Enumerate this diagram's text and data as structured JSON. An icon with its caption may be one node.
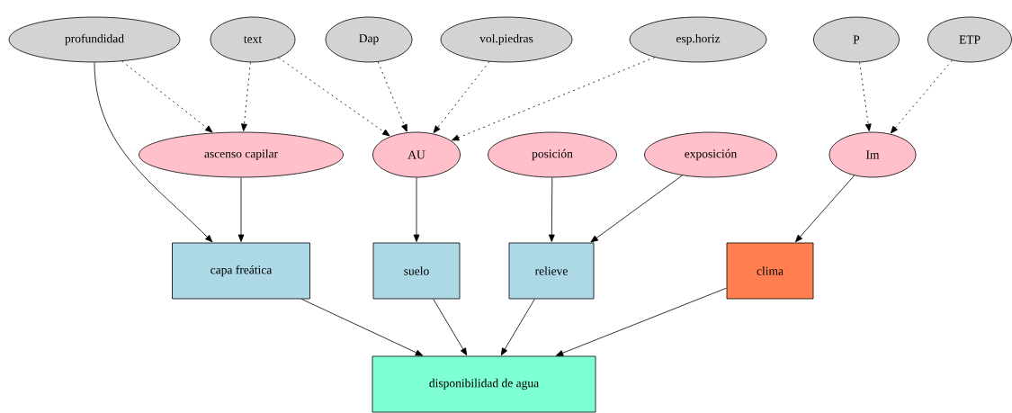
{
  "diagram": {
    "nodes": [
      {
        "text": [
          "profundidad"
        ]
      },
      {
        "text": [
          "text"
        ]
      },
      {
        "text": [
          "Dap"
        ]
      },
      {
        "text": [
          "vol.piedras"
        ]
      },
      {
        "text": [
          "esp.horiz"
        ]
      },
      {
        "text": [
          "P"
        ]
      },
      {
        "text": [
          "ETP"
        ]
      },
      {
        "text": [
          "ascenso capilar"
        ]
      },
      {
        "text": [
          "AU"
        ]
      },
      {
        "text": [
          "posición"
        ]
      },
      {
        "text": [
          "exposición"
        ]
      },
      {
        "text": [
          "Im"
        ]
      },
      {
        "text": [
          "capa freática"
        ]
      },
      {
        "text": [
          "suelo"
        ]
      },
      {
        "text": [
          "relieve"
        ]
      },
      {
        "text": [
          "clima"
        ]
      },
      {
        "text": [
          "disponibilidad de agua"
        ]
      }
    ],
    "edges": [
      {
        "from": 0,
        "to": 7,
        "arrow": "to",
        "style": "dashed"
      },
      {
        "from": 0,
        "to": 12,
        "arrow": "to"
      },
      {
        "from": 1,
        "to": 7,
        "arrow": "to",
        "style": "dashed"
      },
      {
        "from": 1,
        "to": 8,
        "arrow": "to",
        "style": "dashed"
      },
      {
        "from": 2,
        "to": 8,
        "arrow": "to",
        "style": "dashed"
      },
      {
        "from": 3,
        "to": 8,
        "arrow": "to",
        "style": "dashed"
      },
      {
        "from": 4,
        "to": 8,
        "arrow": "to",
        "style": "dashed"
      },
      {
        "from": 5,
        "to": 11,
        "arrow": "to",
        "style": "dashed"
      },
      {
        "from": 6,
        "to": 11,
        "arrow": "to",
        "style": "dashed"
      },
      {
        "from": 7,
        "to": 12,
        "arrow": "to"
      },
      {
        "from": 8,
        "to": 13,
        "arrow": "to"
      },
      {
        "from": 9,
        "to": 14,
        "arrow": "to"
      },
      {
        "from": 10,
        "to": 14,
        "arrow": "to"
      },
      {
        "from": 11,
        "to": 15,
        "arrow": "to"
      },
      {
        "from": 12,
        "to": 16,
        "arrow": "to"
      },
      {
        "from": 13,
        "to": 16,
        "arrow": "to"
      },
      {
        "from": 14,
        "to": 16,
        "arrow": "to"
      },
      {
        "from": 15,
        "to": 16,
        "arrow": "to"
      }
    ]
  }
}
